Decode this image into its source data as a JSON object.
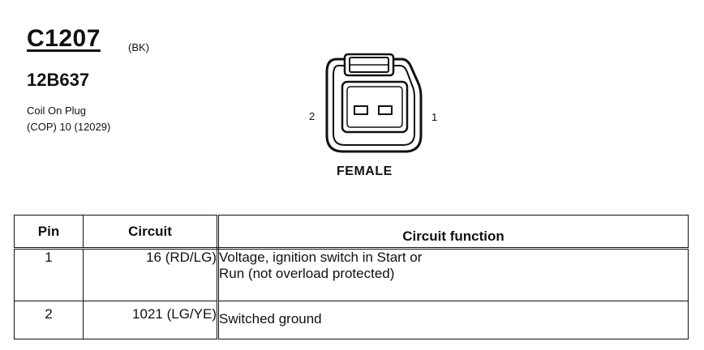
{
  "connector": {
    "id": "C1207",
    "color_code": "(BK)",
    "part_number": "12B637",
    "description_line1": "Coil On Plug",
    "description_line2": "(COP) 10 (12029)"
  },
  "diagram": {
    "pin_left_label": "2",
    "pin_right_label": "1",
    "gender": "FEMALE"
  },
  "table": {
    "headers": {
      "pin": "Pin",
      "circuit": "Circuit",
      "function": "Circuit function"
    },
    "rows": [
      {
        "pin": "1",
        "circuit": "16 (RD/LG)",
        "function_line1": "Voltage, ignition switch in Start or",
        "function_line2": "Run (not overload protected)"
      },
      {
        "pin": "2",
        "circuit": "1021 (LG/YE)",
        "function_line1": "Switched ground"
      }
    ]
  }
}
